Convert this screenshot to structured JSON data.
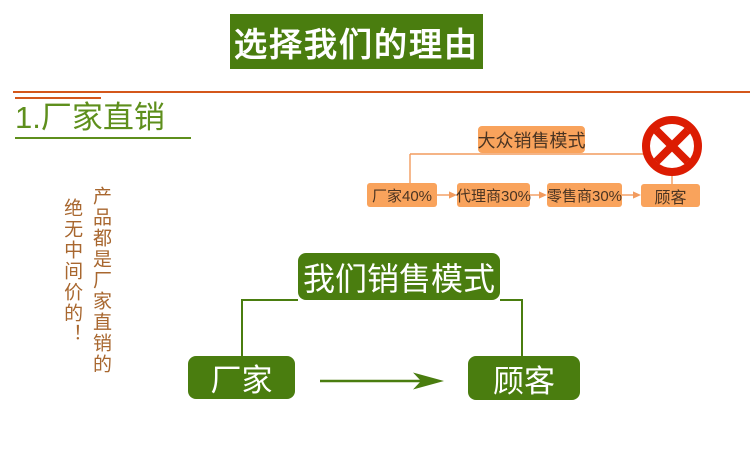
{
  "banner": {
    "label": "选择我们的理由"
  },
  "section_title": {
    "label": "1.厂家直销"
  },
  "side_note": {
    "line1": "产品都是厂家直销的",
    "line2": "绝无中间价的！"
  },
  "mass_model": {
    "title": "大众销售模式",
    "nodes": [
      "厂家40%",
      "代理商30%",
      "零售商30%",
      "顾客"
    ]
  },
  "our_model": {
    "title": "我们销售模式",
    "nodes": [
      "厂家",
      "顾客"
    ]
  },
  "icons": {
    "ban": "prohibition-circle-x"
  },
  "colors": {
    "brand_green": "#4a7d0f",
    "heading_green": "#5e8f1c",
    "divider_orange": "#d4571b",
    "box_orange": "#f9a35c",
    "connector_orange": "#f29b5e",
    "node_text_brown": "#4a3422",
    "side_note_brown": "#a8672f",
    "ban_red": "#dc1c02",
    "text_white": "#ffffff"
  }
}
